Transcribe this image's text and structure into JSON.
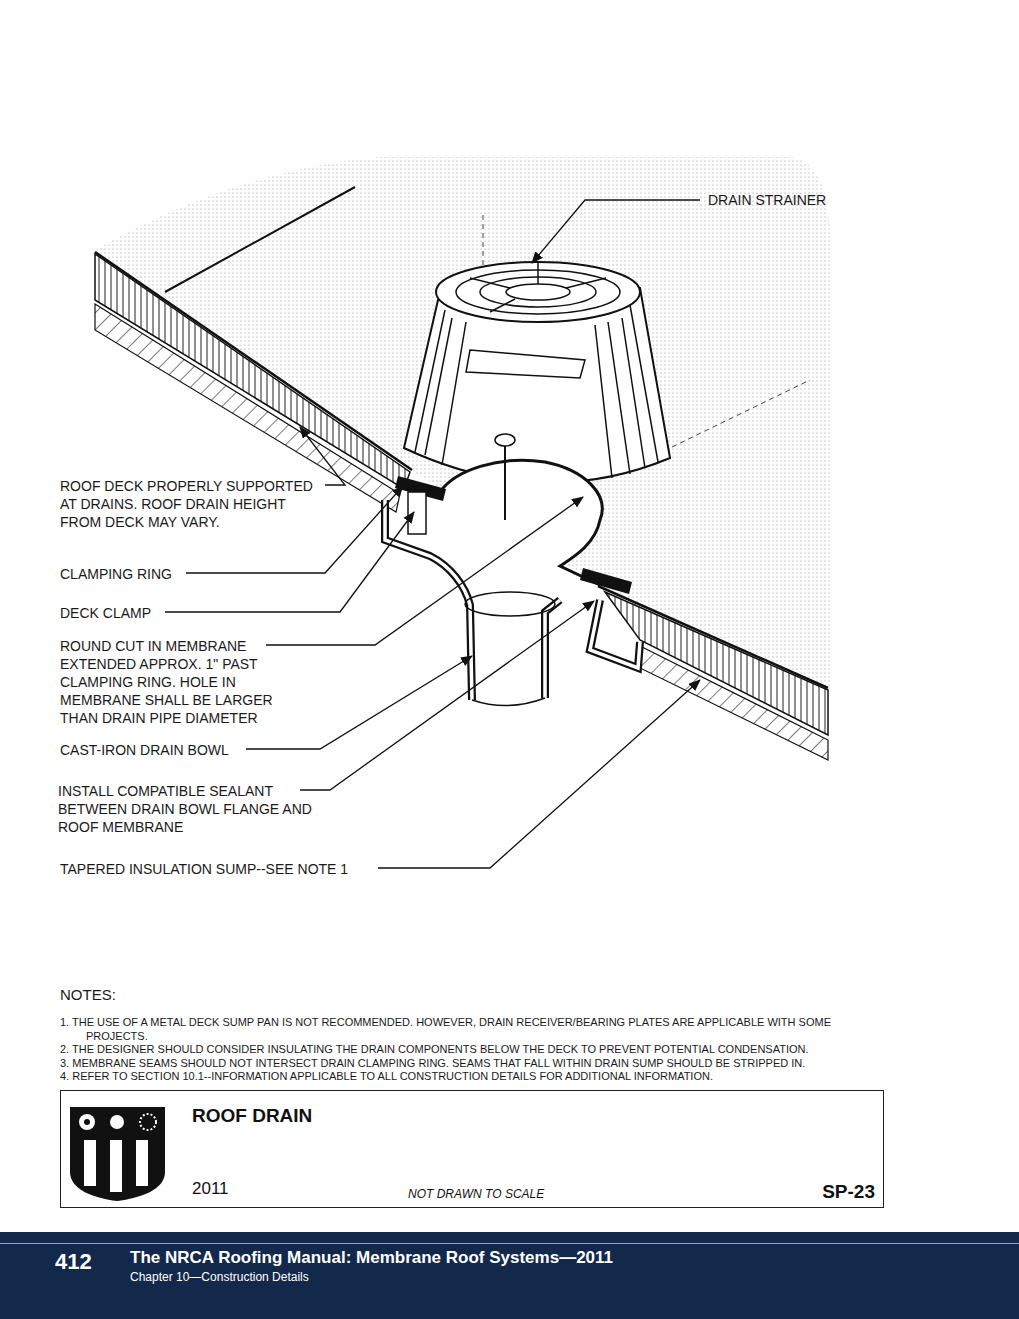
{
  "diagram": {
    "nodes": [
      {
        "text": [
          "ROOF DRAIN",
          "2011",
          "NOT DRAWN TO SCALE",
          "SP-23"
        ]
      },
      {
        "text": [
          "412",
          "The NRCA Roofing Manual: Membrane Roof Systems—2011",
          "Chapter 10—Construction Details"
        ]
      }
    ],
    "edges": [],
    "labels": [
      "DRAIN STRAINER",
      "ROOF DECK PROPERLY SUPPORTED AT DRAINS. ROOF DRAIN HEIGHT FROM DECK MAY VARY.",
      "CLAMPING RING",
      "DECK CLAMP",
      "ROUND CUT IN MEMBRANE EXTENDED APPROX. 1\" PAST CLAMPING RING. HOLE IN MEMBRANE SHALL BE LARGER THAN DRAIN PIPE DIAMETER",
      "CAST-IRON DRAIN BOWL",
      "INSTALL COMPATIBLE SEALANT BETWEEN DRAIN BOWL FLANGE AND ROOF MEMBRANE",
      "TAPERED INSULATION SUMP--SEE NOTE 1",
      "NOTES:",
      "1. THE USE OF A METAL DECK SUMP PAN IS NOT RECOMMENDED. HOWEVER, DRAIN RECEIVER/BEARING PLATES ARE APPLICABLE WITH SOME PROJECTS.",
      "2. THE DESIGNER SHOULD CONSIDER INSULATING THE DRAIN COMPONENTS BELOW THE DECK TO PREVENT POTENTIAL CONDENSATION.",
      "3. MEMBRANE SEAMS SHOULD NOT INTERSECT DRAIN CLAMPING RING. SEAMS THAT FALL WITHIN DRAIN SUMP SHOULD BE STRIPPED IN.",
      "4. REFER TO SECTION 10.1--INFORMATION APPLICABLE TO ALL CONSTRUCTION DETAILS FOR ADDITIONAL INFORMATION."
    ]
  }
}
